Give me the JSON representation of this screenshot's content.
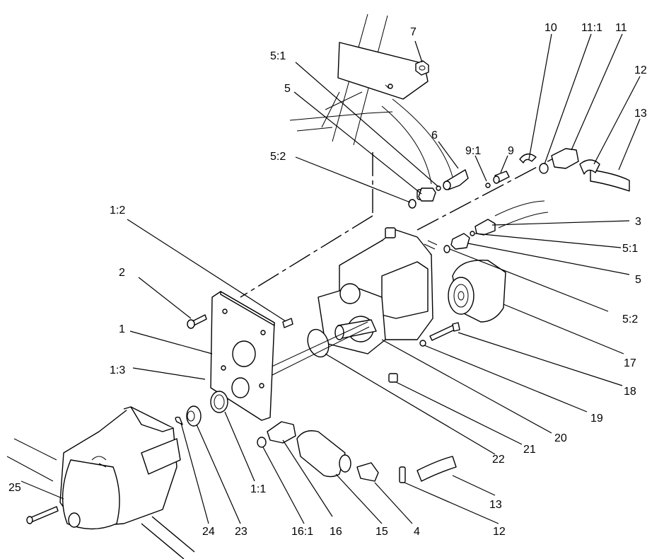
{
  "diagram": {
    "callouts": [
      {
        "id": "c7",
        "text": "7"
      },
      {
        "id": "c10",
        "text": "10"
      },
      {
        "id": "c11_1",
        "text": "11:1"
      },
      {
        "id": "c11",
        "text": "11"
      },
      {
        "id": "c12a",
        "text": "12"
      },
      {
        "id": "c13a",
        "text": "13"
      },
      {
        "id": "c5_1a",
        "text": "5:1"
      },
      {
        "id": "c5a",
        "text": "5"
      },
      {
        "id": "c6",
        "text": "6"
      },
      {
        "id": "c9_1",
        "text": "9:1"
      },
      {
        "id": "c9",
        "text": "9"
      },
      {
        "id": "c5_2a",
        "text": "5:2"
      },
      {
        "id": "c3",
        "text": "3"
      },
      {
        "id": "c5_1b",
        "text": "5:1"
      },
      {
        "id": "c5b",
        "text": "5"
      },
      {
        "id": "c5_2b",
        "text": "5:2"
      },
      {
        "id": "c1_2",
        "text": "1:2"
      },
      {
        "id": "c2",
        "text": "2"
      },
      {
        "id": "c1",
        "text": "1"
      },
      {
        "id": "c1_3",
        "text": "1:3"
      },
      {
        "id": "c17",
        "text": "17"
      },
      {
        "id": "c18",
        "text": "18"
      },
      {
        "id": "c19",
        "text": "19"
      },
      {
        "id": "c20",
        "text": "20"
      },
      {
        "id": "c21",
        "text": "21"
      },
      {
        "id": "c22",
        "text": "22"
      },
      {
        "id": "c1_1",
        "text": "1:1"
      },
      {
        "id": "c25",
        "text": "25"
      },
      {
        "id": "c24",
        "text": "24"
      },
      {
        "id": "c23",
        "text": "23"
      },
      {
        "id": "c16_1",
        "text": "16:1"
      },
      {
        "id": "c16",
        "text": "16"
      },
      {
        "id": "c15",
        "text": "15"
      },
      {
        "id": "c4",
        "text": "4"
      },
      {
        "id": "c12b",
        "text": "12"
      },
      {
        "id": "c13b",
        "text": "13"
      }
    ]
  }
}
